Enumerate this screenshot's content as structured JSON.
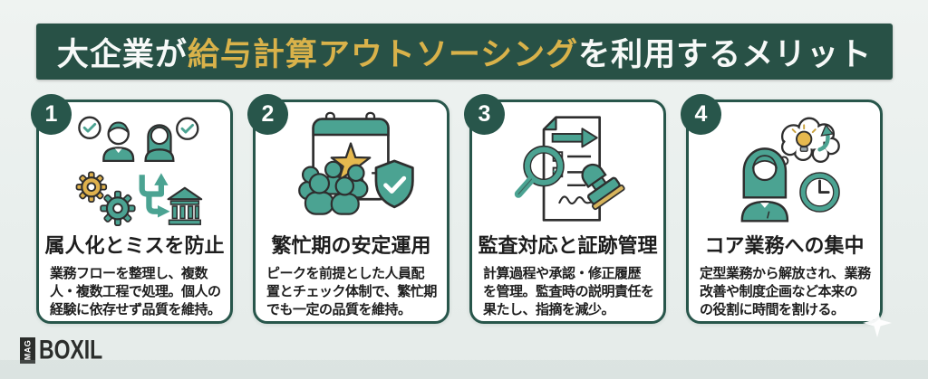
{
  "header": {
    "title_prefix": "大企業が",
    "title_highlight": "給与計算アウトソーシング",
    "title_suffix": "を利用するメリット"
  },
  "cards": [
    {
      "number": "1",
      "icon": "people-gears-bank-icon",
      "title": "属人化とミスを防止",
      "body_lines": {
        "0": "業務フローを整理し、複数",
        "1": "人・複数工程で処理。個人の",
        "2": "経験に依存せず品質を維持。"
      }
    },
    {
      "number": "2",
      "icon": "calendar-team-shield-icon",
      "title": "繁忙期の安定運用",
      "body_lines": {
        "0": "ピークを前提とした人員配",
        "1": "置とチェック体制で、繁忙期",
        "2": "でも一定の品質を維持。"
      }
    },
    {
      "number": "3",
      "icon": "audit-document-stamp-icon",
      "title": "監査対応と証跡管理",
      "body_lines": {
        "0": "計算過程や承認・修正履歴",
        "1": "を管理。監査時の説明責任を",
        "2": "果たし、指摘を減少。"
      }
    },
    {
      "number": "4",
      "icon": "focus-idea-clock-icon",
      "title": "コア業務への集中",
      "body_lines": {
        "0": "定型業務から解放され、業務",
        "1": "改善や制度企画など本来の",
        "2": "の役割に時間を割ける。"
      }
    }
  ],
  "footer": {
    "logo_mag": "MAG",
    "logo_text": "BOXIL"
  },
  "decor": {
    "sparkle_icon": "sparkle-icon"
  },
  "colors": {
    "dark_green": "#28564b",
    "header_green": "#285146",
    "teal": "#4ba392",
    "gold": "#d9b24a",
    "background": "#ecf1ef",
    "card_bg": "#ffffff",
    "text": "#1e1e1e",
    "logo": "#2b2d2b"
  }
}
